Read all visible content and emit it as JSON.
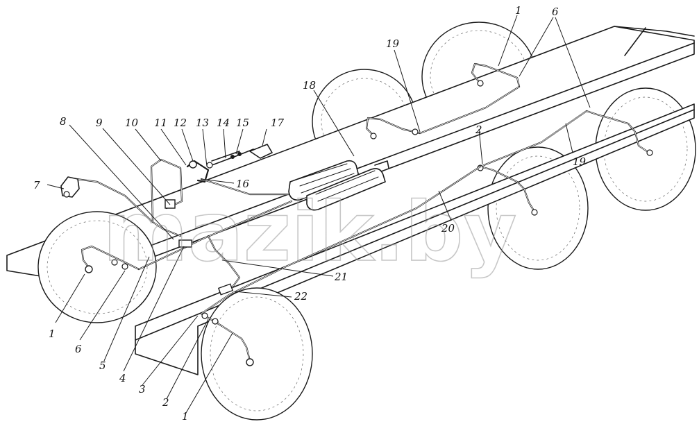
{
  "watermark": "mazik.by",
  "callouts": [
    {
      "id": "c1a",
      "text": "1"
    },
    {
      "id": "c1b",
      "text": "1"
    },
    {
      "id": "c1c",
      "text": "1"
    },
    {
      "id": "c2a",
      "text": "2"
    },
    {
      "id": "c2b",
      "text": "2"
    },
    {
      "id": "c3",
      "text": "3"
    },
    {
      "id": "c4",
      "text": "4"
    },
    {
      "id": "c5",
      "text": "5"
    },
    {
      "id": "c6a",
      "text": "6"
    },
    {
      "id": "c6b",
      "text": "6"
    },
    {
      "id": "c7",
      "text": "7"
    },
    {
      "id": "c8",
      "text": "8"
    },
    {
      "id": "c9",
      "text": "9"
    },
    {
      "id": "c10",
      "text": "10"
    },
    {
      "id": "c11",
      "text": "11"
    },
    {
      "id": "c12",
      "text": "12"
    },
    {
      "id": "c13",
      "text": "13"
    },
    {
      "id": "c14",
      "text": "14"
    },
    {
      "id": "c15",
      "text": "15"
    },
    {
      "id": "c16",
      "text": "16"
    },
    {
      "id": "c17",
      "text": "17"
    },
    {
      "id": "c18",
      "text": "18"
    },
    {
      "id": "c19a",
      "text": "19"
    },
    {
      "id": "c19b",
      "text": "19"
    },
    {
      "id": "c20",
      "text": "20"
    },
    {
      "id": "c21",
      "text": "21"
    },
    {
      "id": "c22",
      "text": "22"
    }
  ]
}
